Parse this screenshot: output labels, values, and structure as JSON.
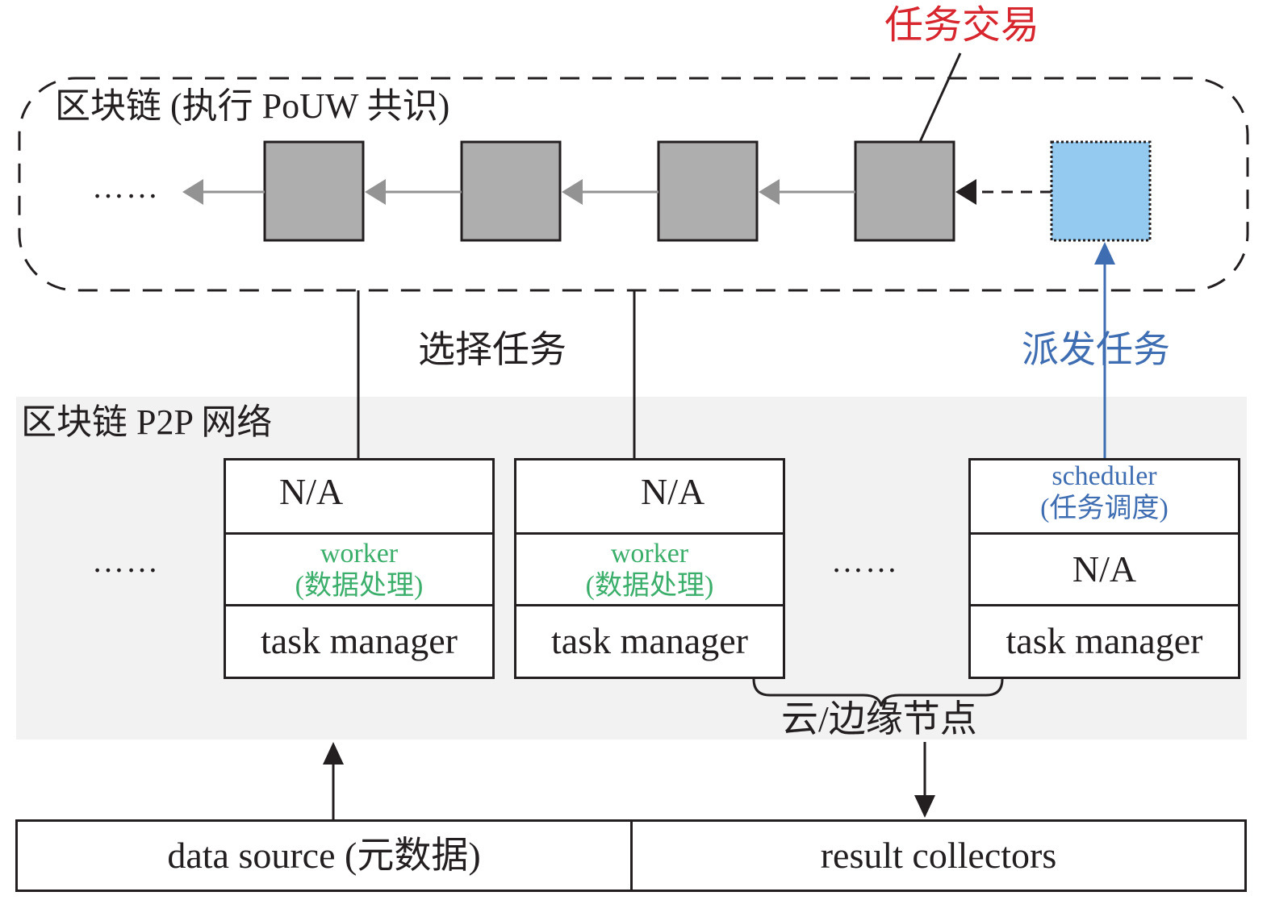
{
  "blockchain": {
    "title": "区块链 (执行 PoUW 共识)",
    "ellipsis": "……",
    "blocks": [
      {
        "name": "block-1",
        "kind": "confirmed"
      },
      {
        "name": "block-2",
        "kind": "confirmed"
      },
      {
        "name": "block-3",
        "kind": "confirmed"
      },
      {
        "name": "block-4",
        "kind": "confirmed"
      },
      {
        "name": "block-new",
        "kind": "pending"
      }
    ],
    "task_transaction_label": "任务交易"
  },
  "edges": {
    "select_task_label": "选择任务",
    "dispatch_task_label": "派发任务"
  },
  "p2p_network": {
    "title": "区块链 P2P 网络",
    "ellipsis_left": "……",
    "ellipsis_middle": "……",
    "nodes": [
      {
        "top": "N/A",
        "middle_line1": "worker",
        "middle_line2": "(数据处理)",
        "bottom": "task manager"
      },
      {
        "top": "N/A",
        "middle_line1": "worker",
        "middle_line2": "(数据处理)",
        "bottom": "task manager"
      },
      {
        "top_line1": "scheduler",
        "top_line2": "(任务调度)",
        "middle": "N/A",
        "bottom": "task manager"
      }
    ],
    "cloud_edge_label": "云/边缘节点"
  },
  "bottom": {
    "data_source": "data source (元数据)",
    "result_collectors": "result collectors"
  },
  "colors": {
    "block_fill": "#aeaeae",
    "pending_block_fill": "#94caef",
    "chain_arrow": "#939393",
    "red_label": "#d7262e",
    "blue": "#3f6db2",
    "green": "#3aae6a",
    "panel": "#f2f2f2",
    "line": "#231f20"
  }
}
